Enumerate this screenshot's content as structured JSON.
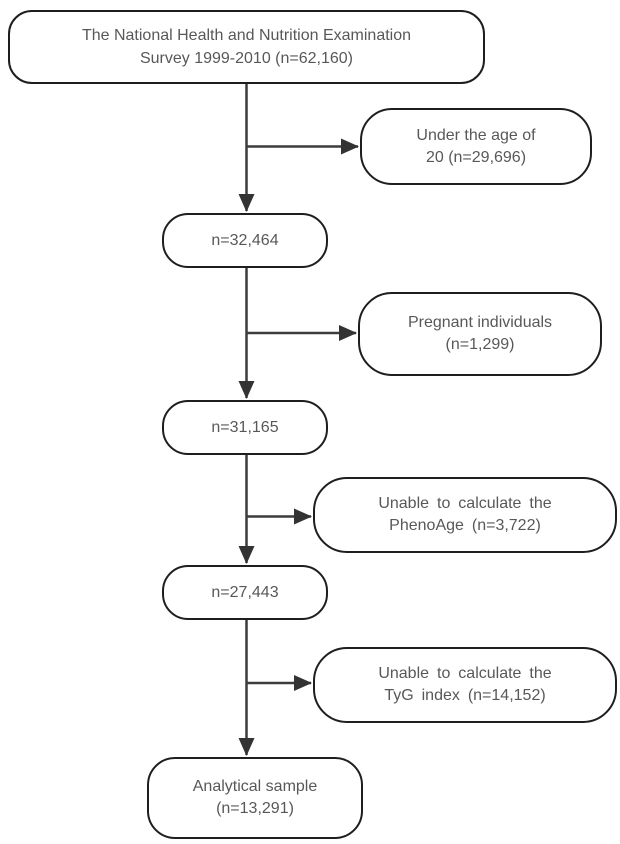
{
  "diagram": {
    "type": "flowchart",
    "background": "#ffffff",
    "colors": {
      "box_border": "#1e1e1e",
      "connector_line": "#3c3c3c",
      "arrowhead": "#333333",
      "text": "#58585a"
    },
    "start": {
      "line1": "The National Health and Nutrition Examination",
      "line2": "Survey 1999-2010 (n=62,160)"
    },
    "steps": [
      {
        "label": "n=32,464"
      },
      {
        "label": "n=31,165"
      },
      {
        "label": "n=27,443"
      }
    ],
    "final": {
      "line1": "Analytical sample",
      "line2": "(n=13,291)"
    },
    "exclusions": [
      {
        "line1": "Under the age of",
        "line2": "20 (n=29,696)"
      },
      {
        "line1": "Pregnant individuals",
        "line2": "(n=1,299)"
      },
      {
        "line1": "Unable to calculate the",
        "line2": "PhenoAge (n=3,722)"
      },
      {
        "line1": "Unable to calculate the",
        "line2": "TyG index (n=14,152)"
      }
    ]
  }
}
